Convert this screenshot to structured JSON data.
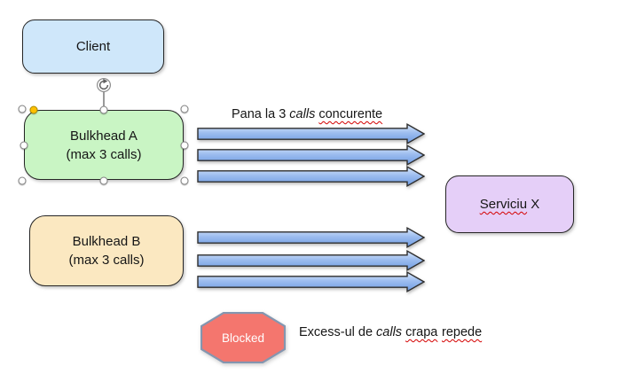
{
  "slide": {
    "client_label": "Client",
    "bulkhead_a_line1": "Bulkhead A",
    "bulkhead_a_line2": "(max 3 calls)",
    "bulkhead_b_line1": "Bulkhead B",
    "bulkhead_b_line2": "(max 3 calls)",
    "service_word": "Serviciu",
    "service_rest": " X",
    "blocked_label": "Blocked"
  },
  "captions": {
    "top_part1": "Pana la 3",
    "top_italic": " calls ",
    "top_part2": "concurente",
    "bottom_part1": "Excess-ul de",
    "bottom_italic": " calls ",
    "bottom_word1": "crapa",
    "bottom_word2": "repede"
  },
  "colors": {
    "client_fill": "#cfe7fa",
    "bulkhead_a_fill": "#c9f5c4",
    "bulkhead_b_fill": "#fbe8c1",
    "service_fill": "#e5cff8",
    "blocked_fill": "#f4766e",
    "blocked_border": "#8496b0",
    "arrow_top": "#dbe9fb",
    "arrow_mid": "#9dbdef",
    "arrow_bottom": "#6f9ce2",
    "arrow_border": "#2e2e2e",
    "spellcheck": "#d40000",
    "handle_yellow": "#ffc000"
  }
}
